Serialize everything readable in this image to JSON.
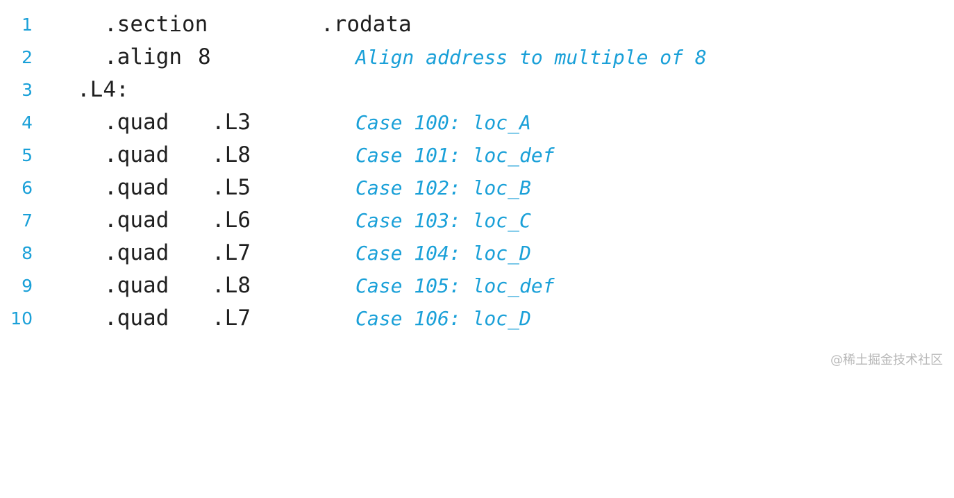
{
  "lines": [
    {
      "num": "1",
      "directive": ".section",
      "arg": ".rodata",
      "comment": ""
    },
    {
      "num": "2",
      "directive": ".align",
      "arg": "8",
      "comment": "Align address to multiple of 8"
    },
    {
      "num": "3",
      "label": ".L4:"
    },
    {
      "num": "4",
      "directive": ".quad",
      "arg": ".L3",
      "comment": "Case 100: loc_A"
    },
    {
      "num": "5",
      "directive": ".quad",
      "arg": ".L8",
      "comment": "Case 101: loc_def"
    },
    {
      "num": "6",
      "directive": ".quad",
      "arg": ".L5",
      "comment": "Case 102: loc_B"
    },
    {
      "num": "7",
      "directive": ".quad",
      "arg": ".L6",
      "comment": "Case 103: loc_C"
    },
    {
      "num": "8",
      "directive": ".quad",
      "arg": ".L7",
      "comment": "Case 104: loc_D"
    },
    {
      "num": "9",
      "directive": ".quad",
      "arg": ".L8",
      "comment": "Case 105: loc_def"
    },
    {
      "num": "10",
      "directive": ".quad",
      "arg": ".L7",
      "comment": "Case 106: loc_D"
    }
  ],
  "watermark": "@稀土掘金技术社区",
  "colors": {
    "line_numbers": "#1aa0d8",
    "code": "#1f1f1f",
    "comments": "#1aa0d8",
    "watermark": "#b8b8b8"
  }
}
